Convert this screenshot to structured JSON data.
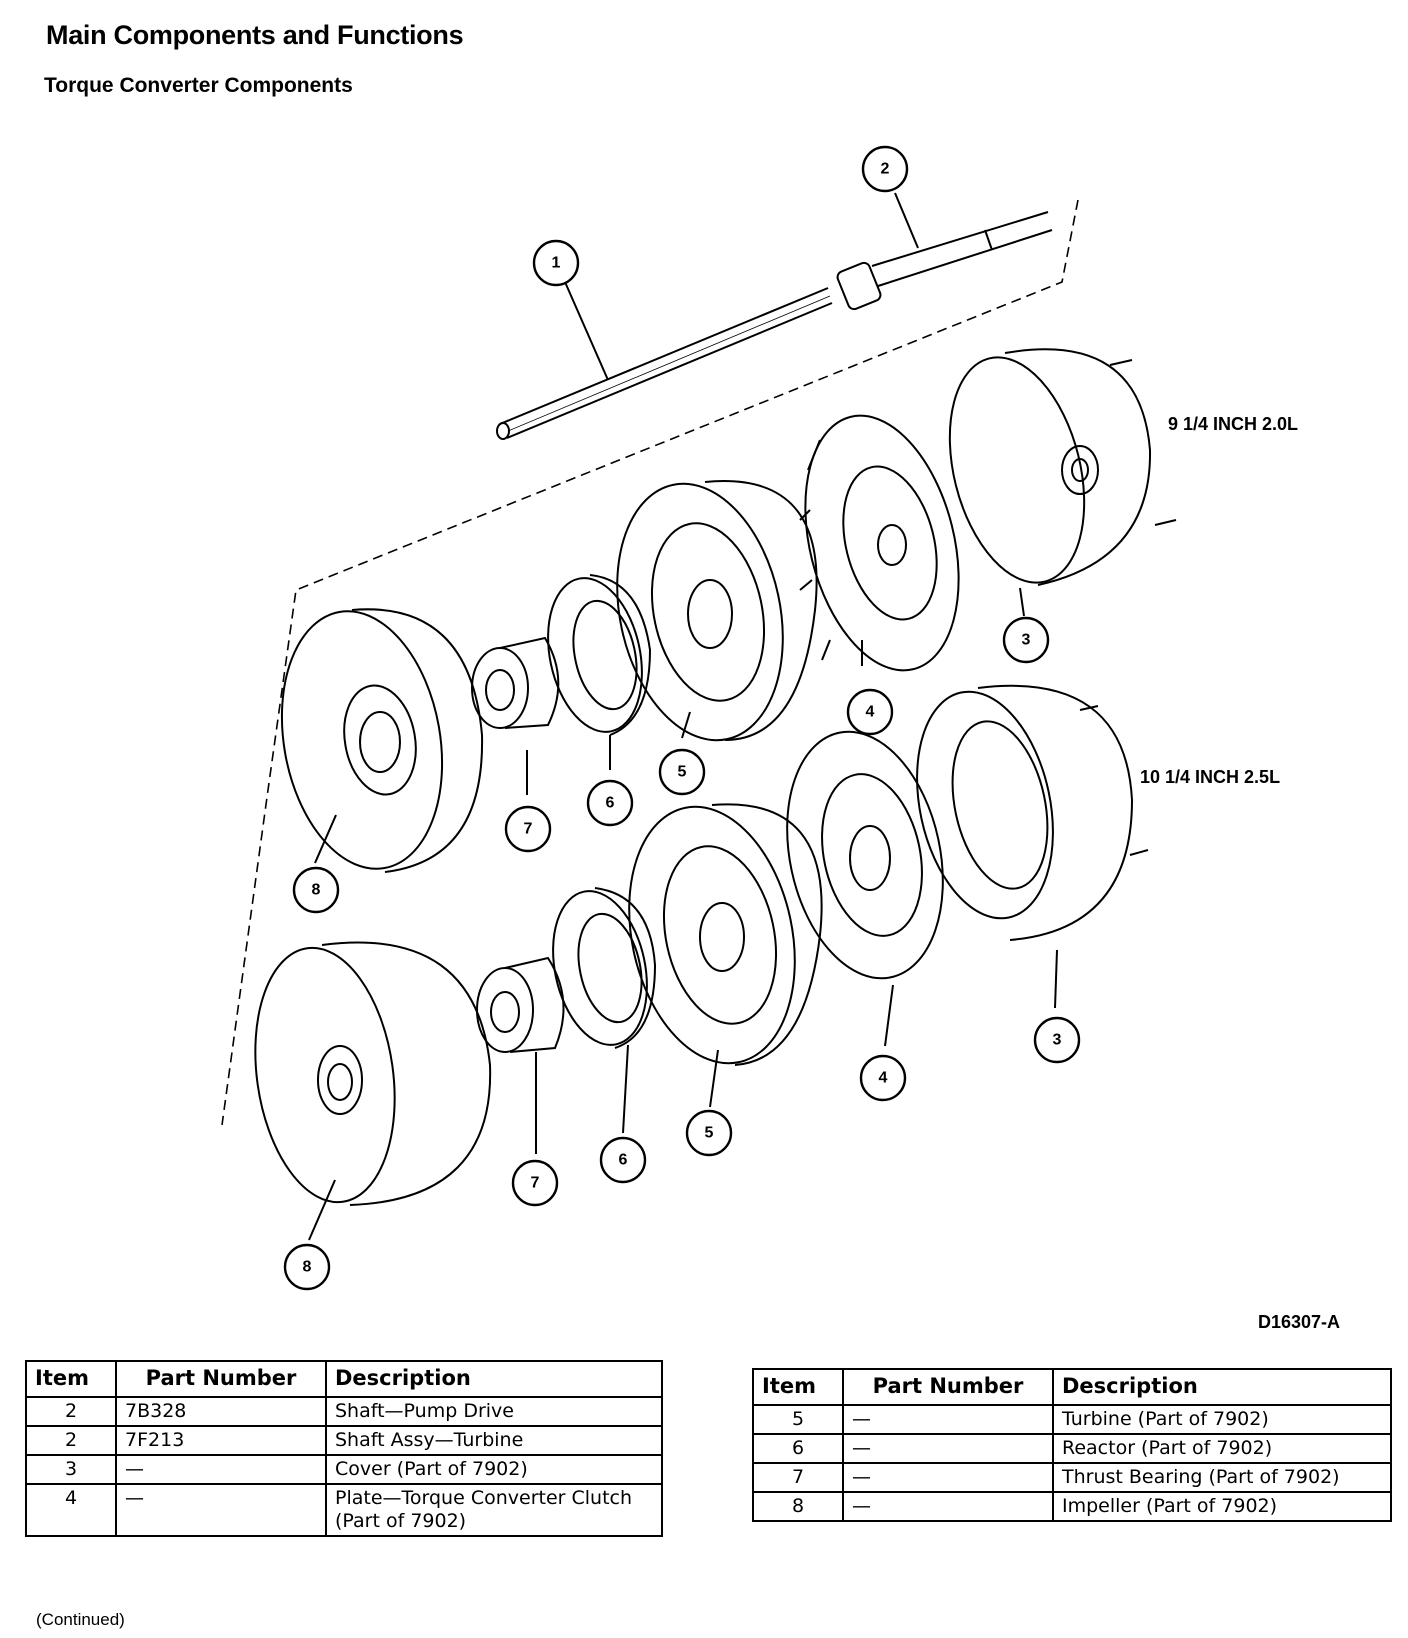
{
  "header": {
    "title": "Main Components and Functions",
    "subtitle": "Torque Converter Components"
  },
  "diagram": {
    "figure_id": "D16307-A",
    "size_labels": [
      "9 1/4 INCH 2.0L",
      "10 1/4 INCH 2.5L"
    ],
    "callouts": {
      "c1": "1",
      "c2": "2",
      "u3": "3",
      "u4": "4",
      "u5": "5",
      "u6": "6",
      "u7": "7",
      "u8": "8",
      "l3": "3",
      "l4": "4",
      "l5": "5",
      "l6": "6",
      "l7": "7",
      "l8": "8"
    }
  },
  "parts_tables": {
    "headers": {
      "item": "Item",
      "part_number": "Part Number",
      "description": "Description"
    },
    "left": [
      {
        "item": "2",
        "part_number": "7B328",
        "description": "Shaft—Pump Drive"
      },
      {
        "item": "2",
        "part_number": "7F213",
        "description": "Shaft Assy—Turbine"
      },
      {
        "item": "3",
        "part_number": "—",
        "description": "Cover (Part of 7902)"
      },
      {
        "item": "4",
        "part_number": "—",
        "description": "Plate—Torque Converter Clutch (Part of 7902)"
      }
    ],
    "right": [
      {
        "item": "5",
        "part_number": "—",
        "description": "Turbine (Part of 7902)"
      },
      {
        "item": "6",
        "part_number": "—",
        "description": "Reactor (Part of 7902)"
      },
      {
        "item": "7",
        "part_number": "—",
        "description": "Thrust Bearing (Part of 7902)"
      },
      {
        "item": "8",
        "part_number": "—",
        "description": "Impeller (Part of 7902)"
      }
    ]
  },
  "footer": {
    "continued": "(Continued)"
  }
}
